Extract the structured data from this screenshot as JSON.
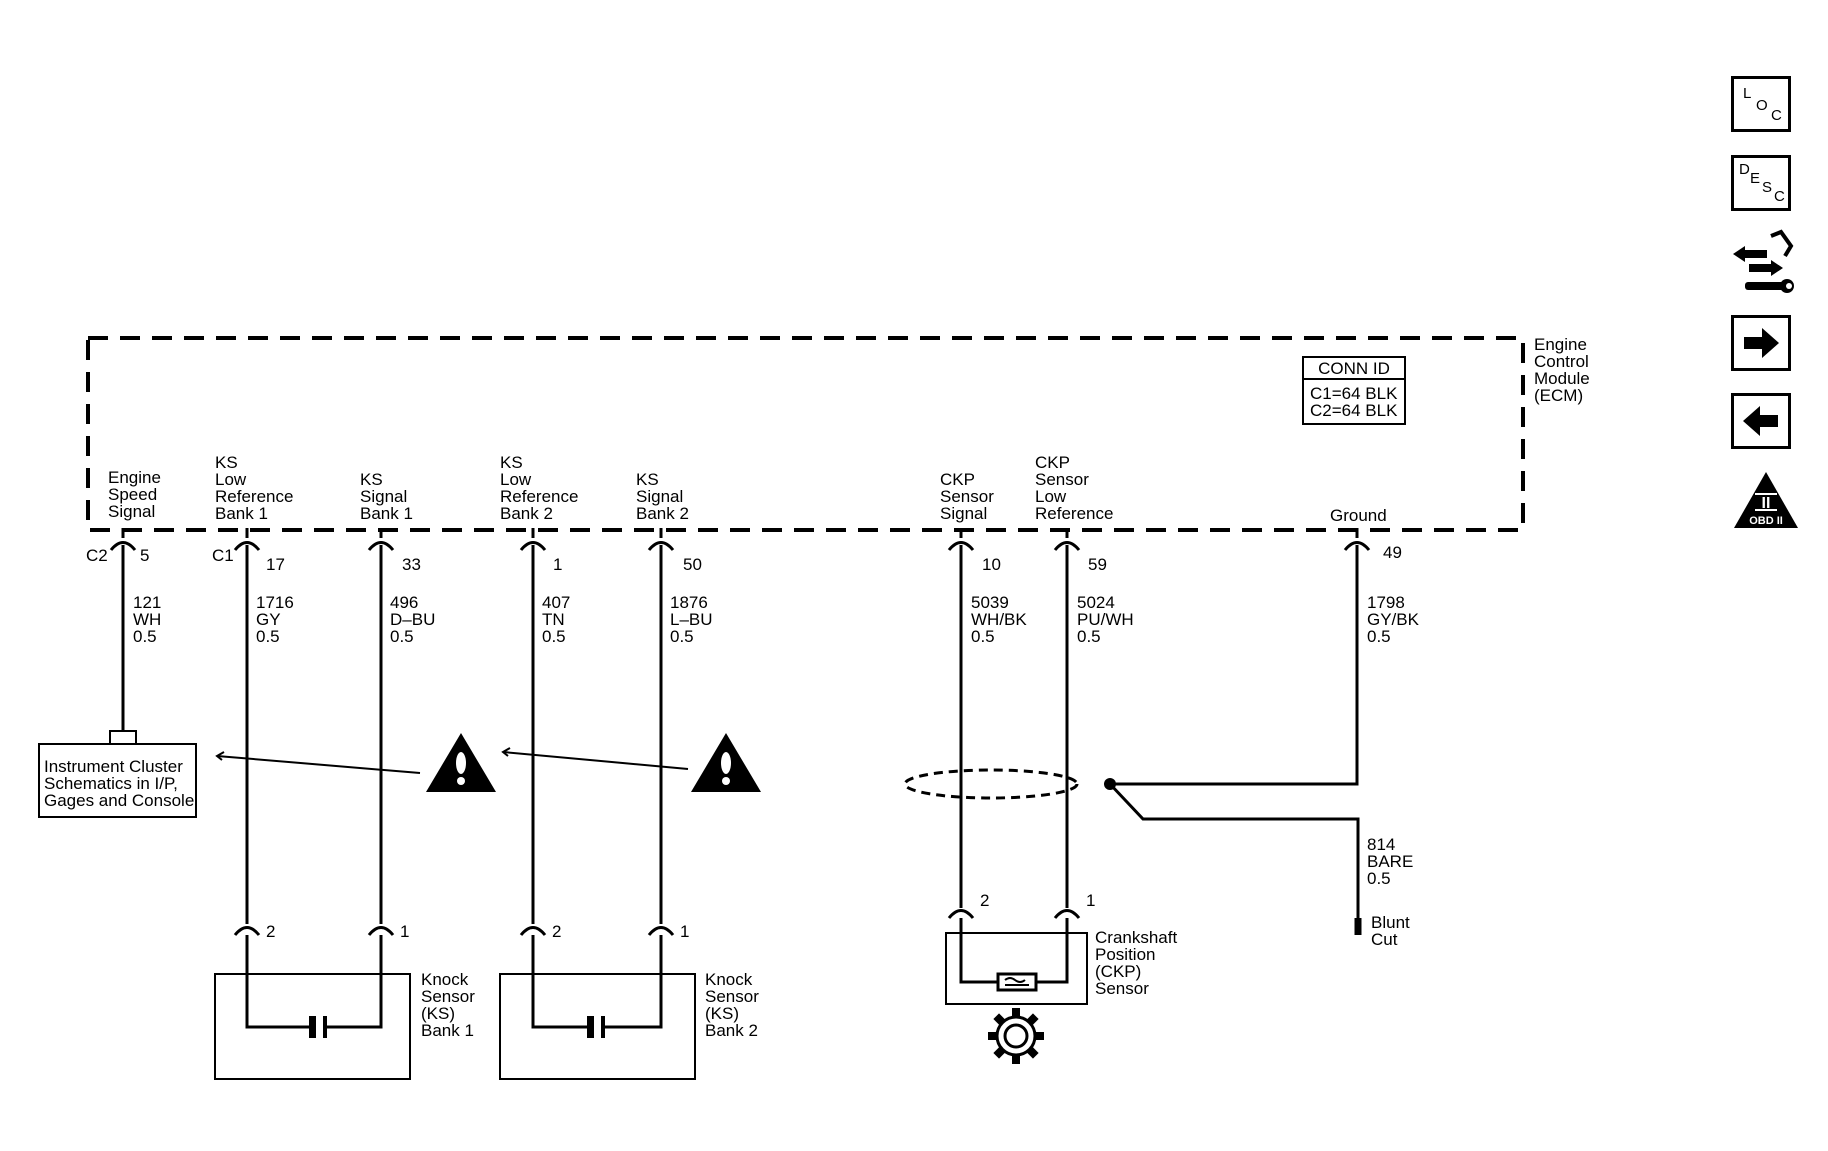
{
  "ecm": {
    "name_lines": [
      "Engine",
      "Control",
      "Module",
      "(ECM)"
    ],
    "conn_table": {
      "header": "CONN ID",
      "rows": [
        "C1=64 BLK",
        "C2=64 BLK"
      ]
    },
    "pin_labels": [
      [
        "Engine",
        "Speed",
        "Signal"
      ],
      [
        "KS",
        "Low",
        "Reference",
        "Bank 1"
      ],
      [
        "KS",
        "Signal",
        "Bank 1"
      ],
      [
        "KS",
        "Low",
        "Reference",
        "Bank 2"
      ],
      [
        "KS",
        "Signal",
        "Bank 2"
      ],
      [
        "CKP",
        "Sensor",
        "Signal"
      ],
      [
        "CKP",
        "Sensor",
        "Low",
        "Reference"
      ],
      [
        "Ground"
      ]
    ]
  },
  "connectors": {
    "c2": "C2",
    "c1": "C1"
  },
  "pins": [
    "5",
    "17",
    "33",
    "1",
    "50",
    "10",
    "59",
    "49"
  ],
  "wires": [
    [
      "121",
      "WH",
      "0.5"
    ],
    [
      "1716",
      "GY",
      "0.5"
    ],
    [
      "496",
      "D–BU",
      "0.5"
    ],
    [
      "407",
      "TN",
      "0.5"
    ],
    [
      "1876",
      "L–BU",
      "0.5"
    ],
    [
      "5039",
      "WH/BK",
      "0.5"
    ],
    [
      "5024",
      "PU/WH",
      "0.5"
    ],
    [
      "1798",
      "GY/BK",
      "0.5"
    ]
  ],
  "drain_wire": [
    "814",
    "BARE",
    "0.5"
  ],
  "blunt_cut": [
    "Blunt",
    "Cut"
  ],
  "instrument_cluster_ref": [
    "Instrument Cluster",
    "Schematics in I/P,",
    "Gages and Console"
  ],
  "sensor_pins": {
    "ks1": [
      "2",
      "1"
    ],
    "ks2": [
      "2",
      "1"
    ],
    "ckp": [
      "2",
      "1"
    ]
  },
  "ks_bank1": [
    "Knock",
    "Sensor",
    "(KS)",
    "Bank 1"
  ],
  "ks_bank2": [
    "Knock",
    "Sensor",
    "(KS)",
    "Bank 2"
  ],
  "ckp_sensor": [
    "Crankshaft",
    "Position",
    "(CKP)",
    "Sensor"
  ],
  "side_nav": {
    "loc": [
      "L",
      "O",
      "C"
    ],
    "desc": [
      "D",
      "E",
      "S",
      "C"
    ],
    "obd": {
      "numeral": "II",
      "label": "OBD II"
    }
  },
  "icons": [
    "loc-icon",
    "desc-icon",
    "connector-wrench-icon",
    "arrow-right-icon",
    "arrow-left-icon",
    "obd-ii-icon",
    "warning-icon",
    "gear-icon"
  ]
}
